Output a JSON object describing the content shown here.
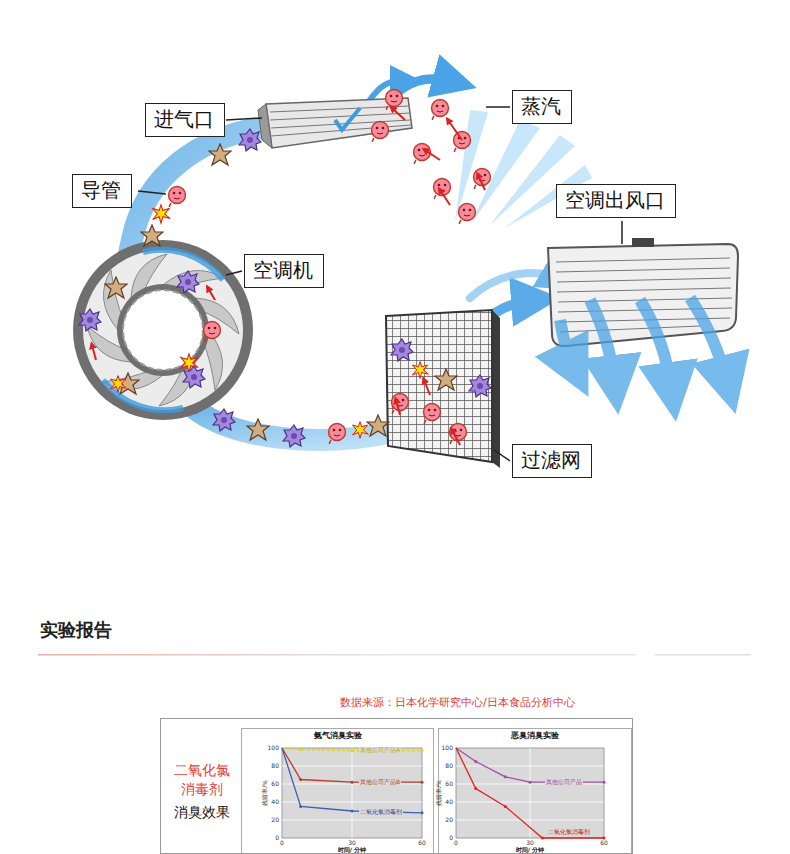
{
  "diagram": {
    "nodes": [
      {
        "text": [
          "进气口"
        ]
      },
      {
        "text": [
          "蒸汽"
        ]
      },
      {
        "text": [
          "导管"
        ]
      },
      {
        "text": [
          "空调机"
        ]
      },
      {
        "text": [
          "空调出风口"
        ]
      },
      {
        "text": [
          "过滤网"
        ]
      },
      {
        "text": [
          "二氧化氯 消毒剂",
          "消臭效果"
        ]
      },
      {
        "text": [
          "氨气消臭实验"
        ],
        "in": 6
      },
      {
        "text": [
          "恶臭消臭实验"
        ],
        "in": 6
      }
    ],
    "labels": [
      "实验报告",
      "数据来源：日本化学研究中心/日本食品分析中心",
      "100",
      "80",
      "60",
      "40",
      "20",
      "0",
      "0",
      "30",
      "60",
      "残留率/%",
      "时间/ 分钟",
      "其他公司产品A",
      "其他公司产品B",
      "二氧化氯消毒剂",
      "100",
      "80",
      "60",
      "40",
      "20",
      "0",
      "0",
      "30",
      "60",
      "残留率/%",
      "时间/ 分钟",
      "其他公司产品",
      "二氧化氯消毒剂"
    ]
  }
}
